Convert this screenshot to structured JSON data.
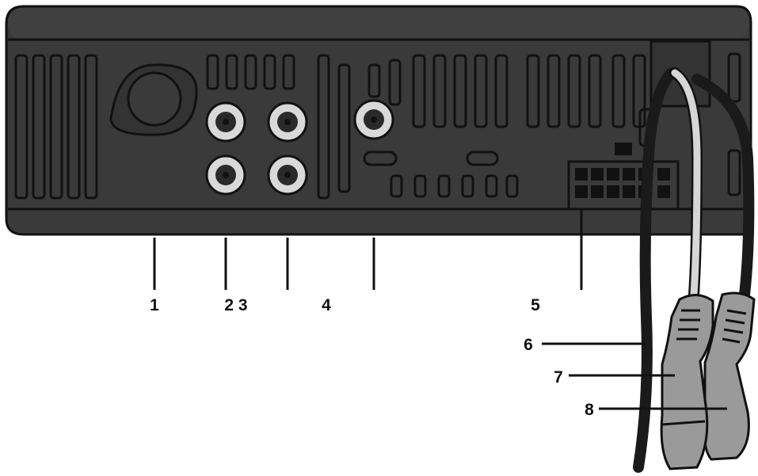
{
  "diagram": {
    "callouts": [
      {
        "id": "1",
        "label": "1"
      },
      {
        "id": "2-3",
        "label": "2 3"
      },
      {
        "id": "4",
        "label": "4"
      },
      {
        "id": "5",
        "label": "5"
      },
      {
        "id": "6",
        "label": "6"
      },
      {
        "id": "7",
        "label": "7"
      },
      {
        "id": "8",
        "label": "8"
      }
    ],
    "colors": {
      "housing": "#3a3a3a",
      "housing_dark": "#2a2a2a",
      "outline": "#111111",
      "jack_ring": "#d9d9d9",
      "cable_black": "#1a1a1a",
      "cable_white": "#d6d6d6",
      "plug": "#9a9a9a"
    }
  }
}
